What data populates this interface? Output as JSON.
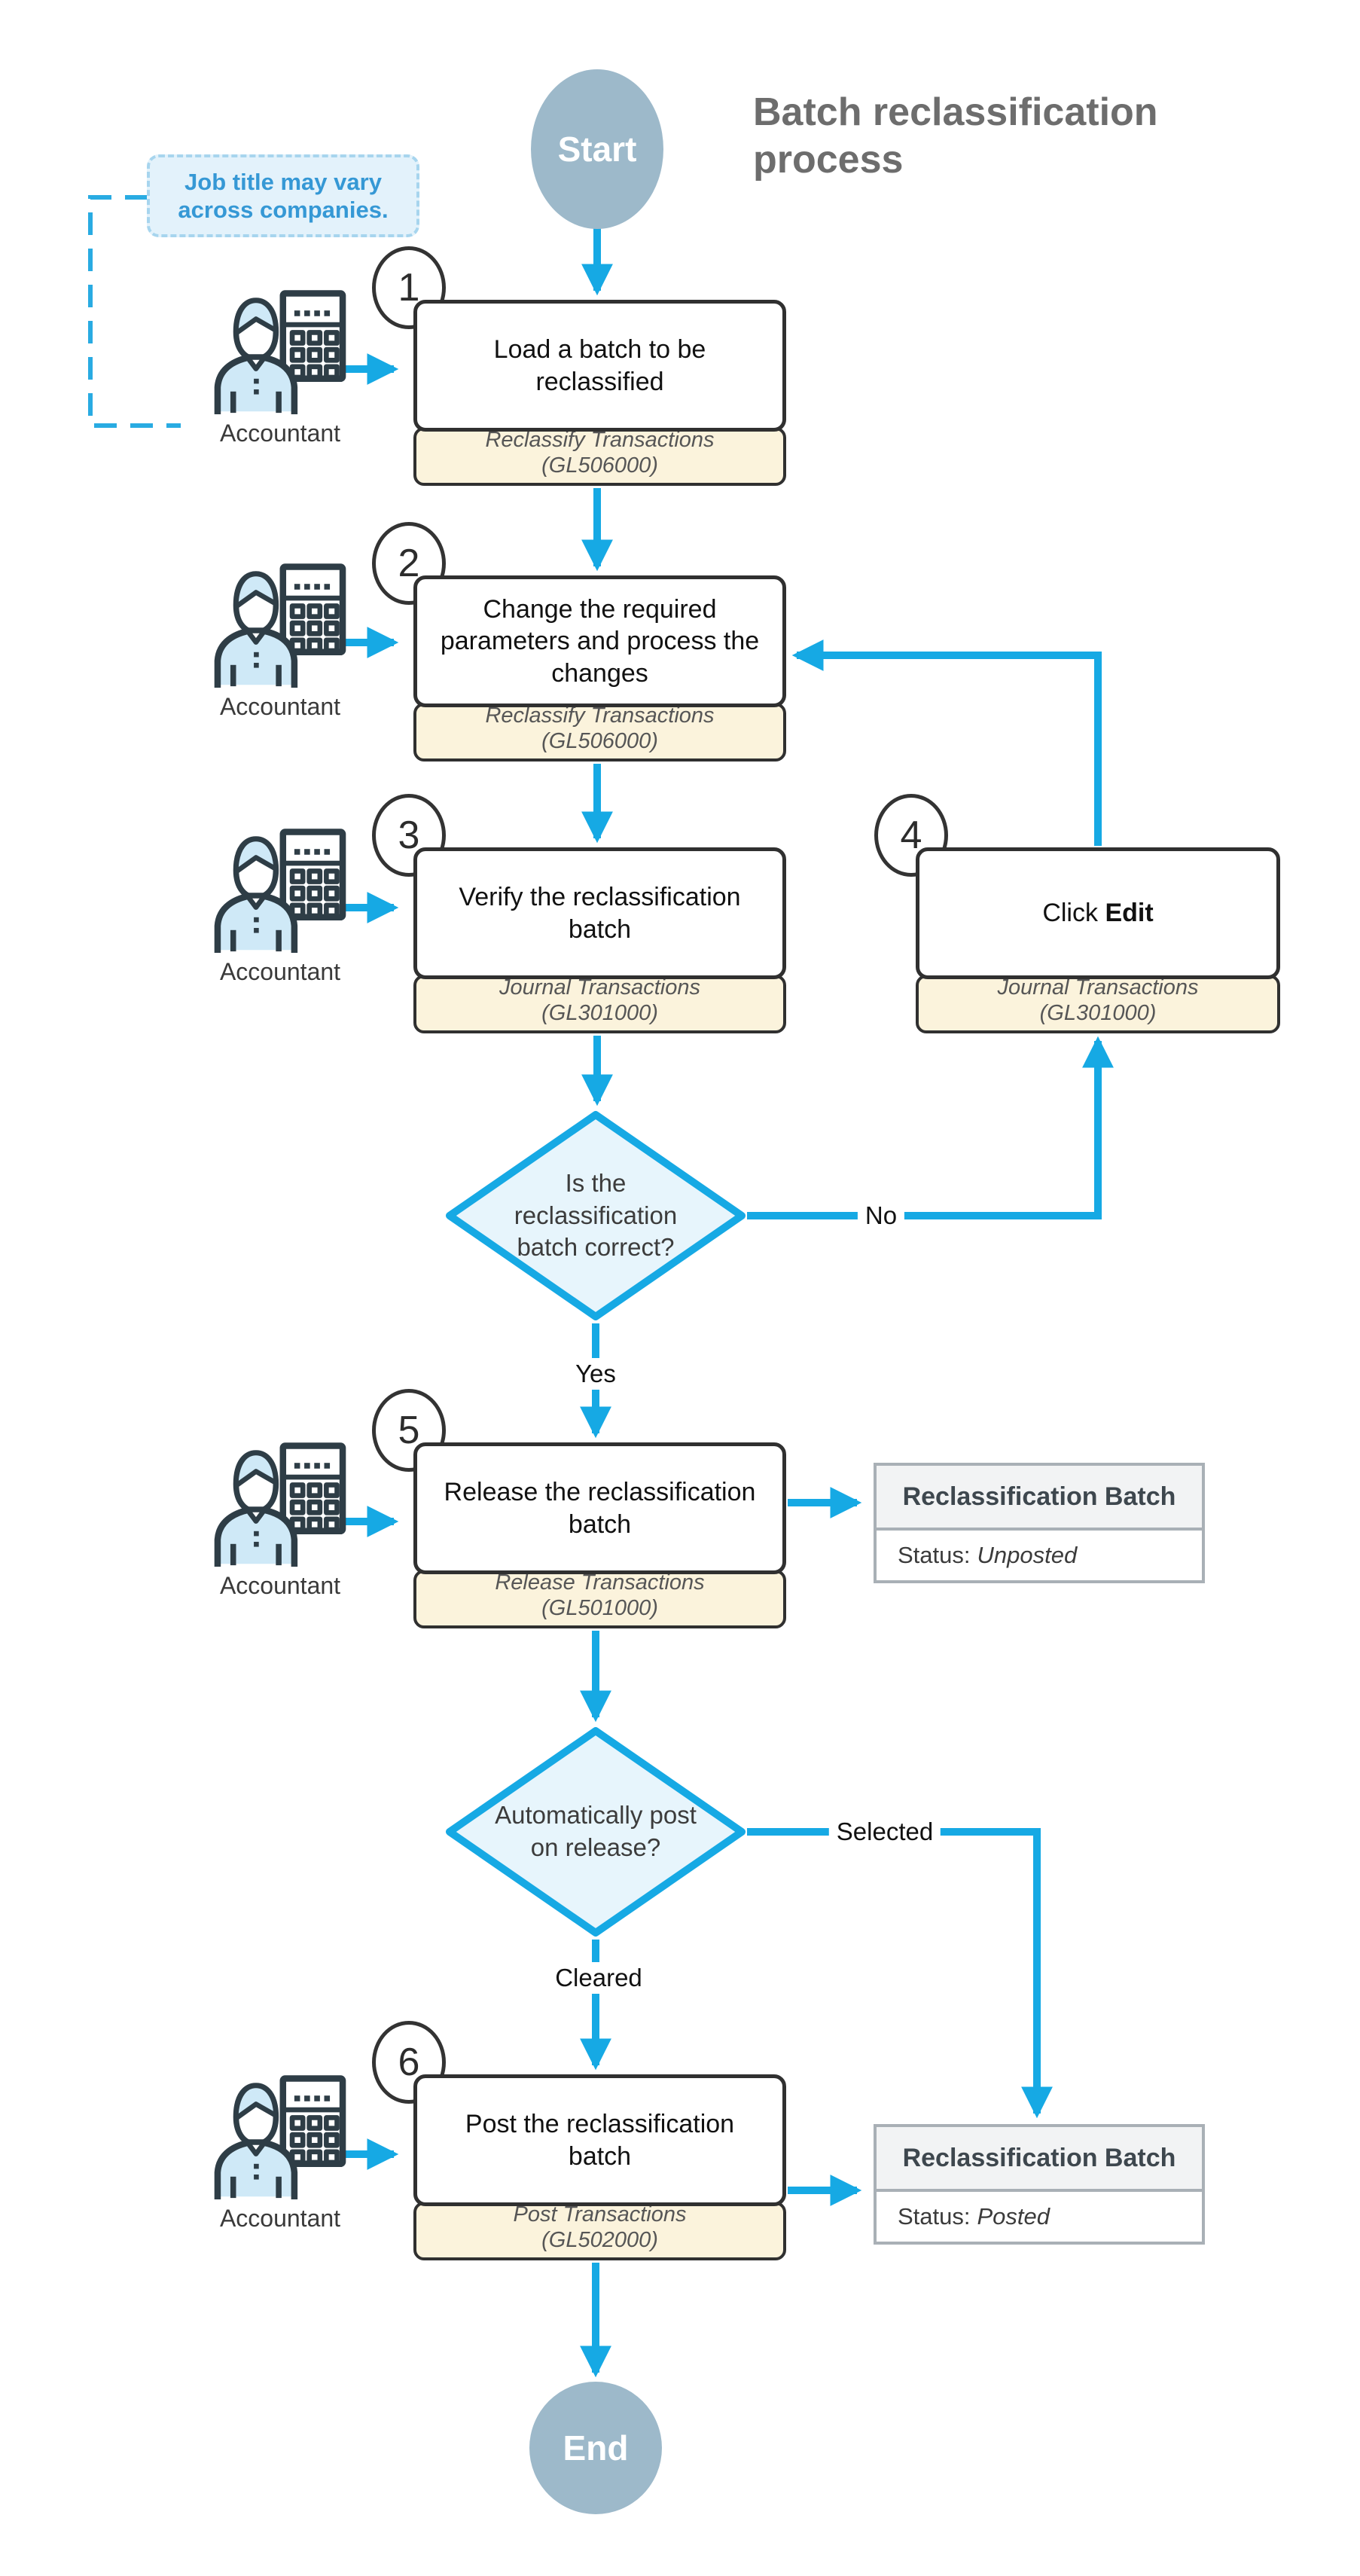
{
  "title": {
    "text": "Batch reclassification process"
  },
  "legend_note": {
    "text": "Job title may vary across companies."
  },
  "terminators": {
    "start_label": "Start",
    "end_label": "End"
  },
  "actor": {
    "label": "Accountant",
    "icon": "accountant-calculator-icon"
  },
  "steps": [
    {
      "number": "1",
      "text": "Load a batch to be reclassified",
      "screen": "Reclassify Transactions",
      "screen_id": "(GL506000)"
    },
    {
      "number": "2",
      "text": "Change the required parameters and process the changes",
      "screen": "Reclassify Transactions",
      "screen_id": "(GL506000)"
    },
    {
      "number": "3",
      "text": "Verify the reclassification batch",
      "screen": "Journal Transactions",
      "screen_id": "(GL301000)"
    },
    {
      "number": "4",
      "text_prefix": "Click ",
      "text_bold": "Edit",
      "screen": "Journal Transactions",
      "screen_id": "(GL301000)"
    },
    {
      "number": "5",
      "text": "Release the reclassification batch",
      "screen": "Release Transactions",
      "screen_id": "(GL501000)"
    },
    {
      "number": "6",
      "text": "Post the reclassification batch",
      "screen": "Post Transactions",
      "screen_id": "(GL502000)"
    }
  ],
  "decisions": [
    {
      "text": "Is the reclassification batch correct?",
      "no_label": "No",
      "yes_label": "Yes"
    },
    {
      "text": "Automatically post on release?",
      "selected_label": "Selected",
      "cleared_label": "Cleared"
    }
  ],
  "artifacts": [
    {
      "title": "Reclassification Batch",
      "status_label": "Status:",
      "status_value": "Unposted"
    },
    {
      "title": "Reclassification Batch",
      "status_label": "Status:",
      "status_value": "Posted"
    }
  ],
  "colors": {
    "flow_accent": "#16a9e4",
    "diamond_fill": "#e7f5fc",
    "terminator_fill": "#9db9ca",
    "footer_fill": "#fbf3dc",
    "note_fill": "#e3f2fb",
    "note_border": "#a7d5ee",
    "note_text": "#3598d5",
    "box_border": "#303030",
    "artifact_border": "#a9b0b6",
    "artifact_header_fill": "#f2f3f4",
    "title_text": "#6d6d6d",
    "icon_fill": "#cfe9f7",
    "icon_stroke": "#2e3d46"
  }
}
